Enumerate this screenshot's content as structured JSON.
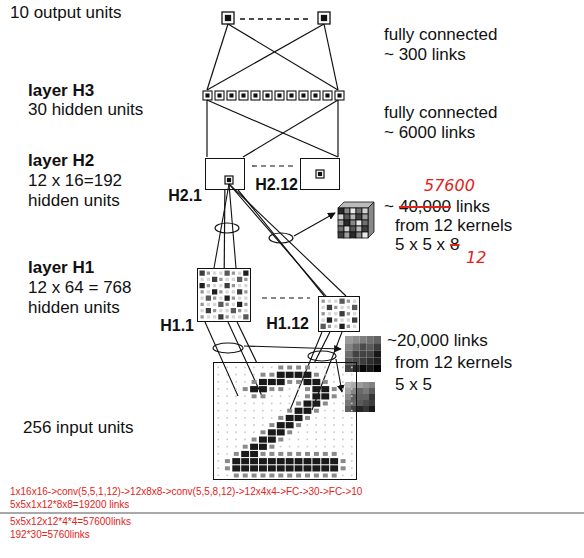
{
  "diagram": {
    "nodes": [
      {
        "text": [
          "H2.1"
        ]
      },
      {
        "text": [
          "H2.12"
        ]
      },
      {
        "text": [
          "H1.1"
        ]
      },
      {
        "text": [
          "H1.12"
        ]
      },
      {
        "text": [
          "256 input units"
        ]
      }
    ],
    "edges": [
      {
        "from": 2,
        "to": 0,
        "arrow": "none"
      },
      {
        "from": 3,
        "to": 0,
        "arrow": "none"
      },
      {
        "from": 4,
        "to": 2,
        "arrow": "none"
      },
      {
        "from": 4,
        "to": 3,
        "arrow": "none"
      }
    ],
    "labels": [
      "10 output units",
      "fully connected",
      "~ 300 links",
      "layer H3",
      "30 hidden units",
      "fully connected",
      "~ 6000 links",
      "layer H2",
      "12 x 16=192",
      "hidden units",
      "57600",
      "~",
      "40,000",
      "links",
      "from 12 kernels",
      "5 x 5 x",
      "8",
      "12",
      "layer H1",
      "12 x 64 = 768",
      "hidden units",
      "~20,000 links",
      "from 12 kernels",
      "5 x 5",
      "1x16x16->conv(5,5,1,12)->12x8x8->conv(5,5,8,12)->12x4x4->FC->30->FC->10",
      "5x5x1x12*8x8=19200 links",
      "5x5x12x12*4*4=57600links",
      "192*30=5760links"
    ]
  }
}
